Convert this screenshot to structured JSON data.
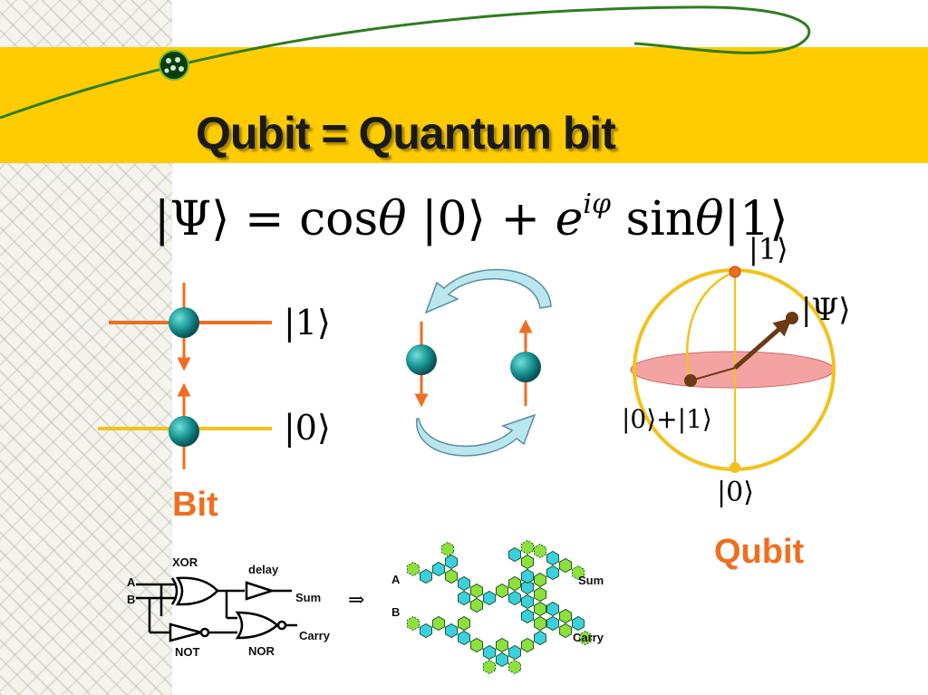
{
  "slide": {
    "title": "Qubit = Quantum bit",
    "equation": {
      "lhs": "|Ψ⟩",
      "equals": "=",
      "cos": "cos",
      "theta1": "θ",
      "ket0": "|0⟩",
      "plus": "+",
      "e": "e",
      "exponent": "iφ",
      "sin": "sin",
      "theta2": "θ",
      "ket1": "|1⟩"
    },
    "bit_section": {
      "ket1": "|1⟩",
      "ket0": "|0⟩",
      "label": "Bit"
    },
    "qubit_section": {
      "ket1": "|1⟩",
      "psi": "|Ψ⟩",
      "superposition": "|0⟩+|1⟩",
      "ket0": "|0⟩",
      "label": "Qubit"
    },
    "circuit": {
      "input_a": "A",
      "input_b": "B",
      "xor": "XOR",
      "delay": "delay",
      "sum": "Sum",
      "not": "NOT",
      "nor": "NOR",
      "carry": "Carry",
      "arrow": "⇒"
    },
    "molecular": {
      "input_a": "A",
      "input_b": "B",
      "sum": "Sum",
      "carry": "Carry"
    },
    "colors": {
      "band": "#fecc00",
      "orange": "#ef6e1f",
      "teal": "#1a8f8f",
      "sphere": "#f2c21b",
      "disc": "#f4a3a3",
      "hex_green": "#8ee03a",
      "hex_cyan": "#39d0e0"
    }
  }
}
